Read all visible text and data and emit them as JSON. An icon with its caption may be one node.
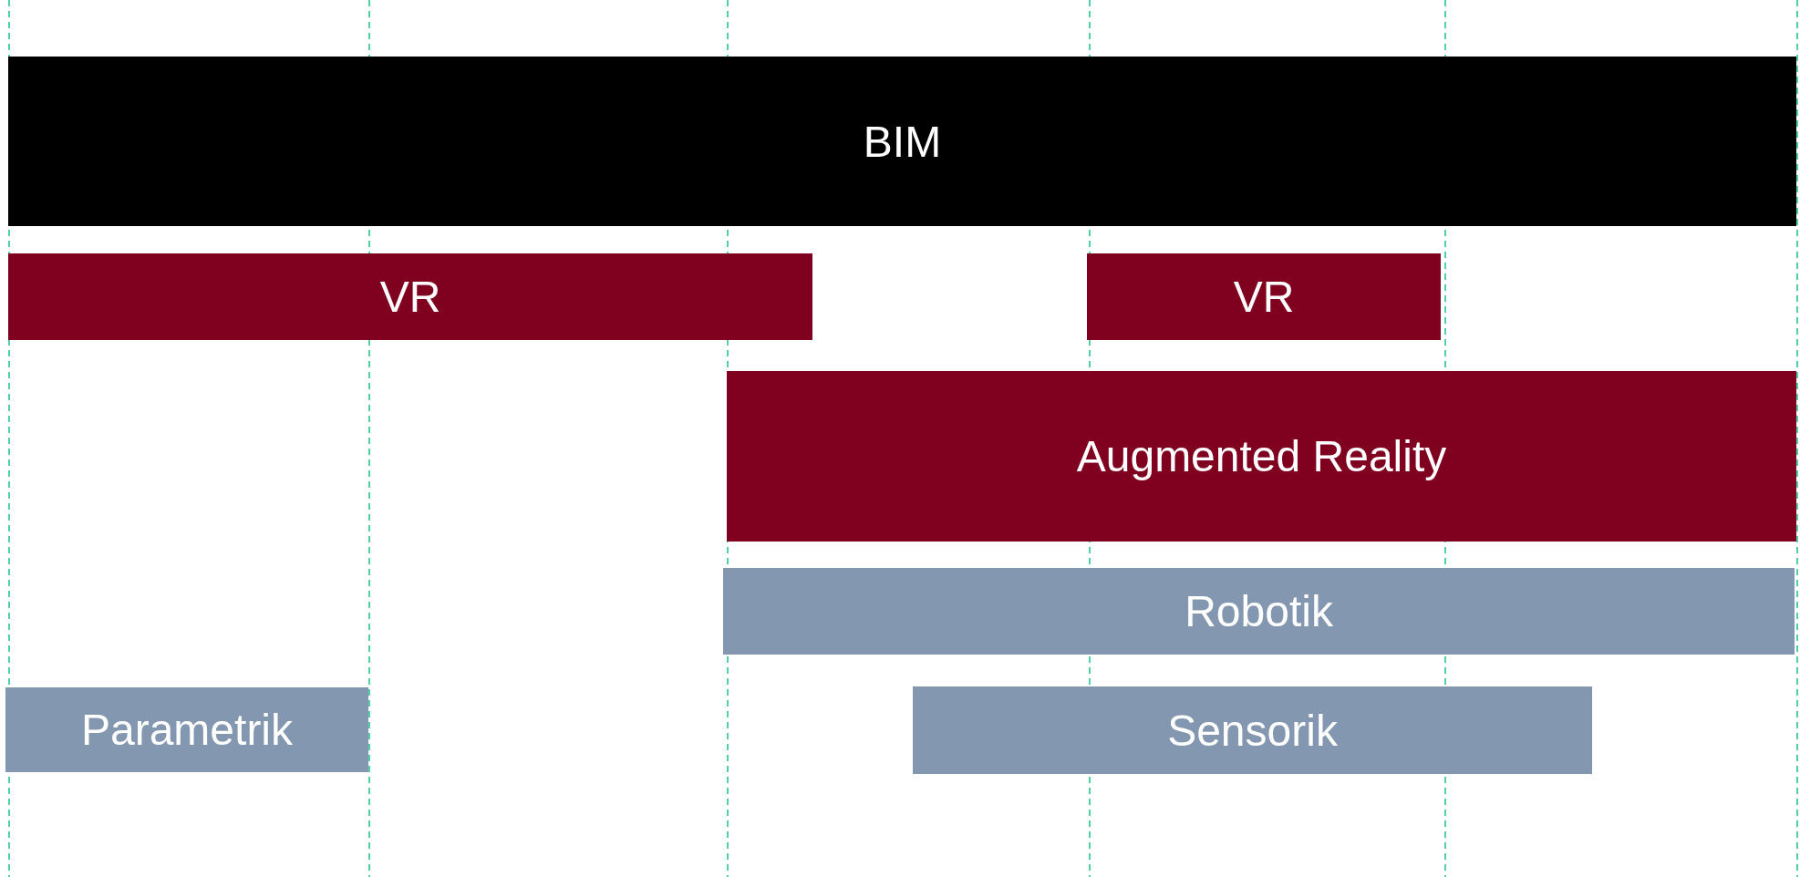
{
  "diagram": {
    "nodes": [
      {
        "text": [
          "BIM"
        ]
      },
      {
        "text": [
          "VR"
        ]
      },
      {
        "text": [
          "VR"
        ]
      },
      {
        "text": [
          "Augmented Reality"
        ]
      },
      {
        "text": [
          "Robotik"
        ]
      },
      {
        "text": [
          "Parametrik"
        ]
      },
      {
        "text": [
          "Sensorik"
        ]
      }
    ]
  }
}
